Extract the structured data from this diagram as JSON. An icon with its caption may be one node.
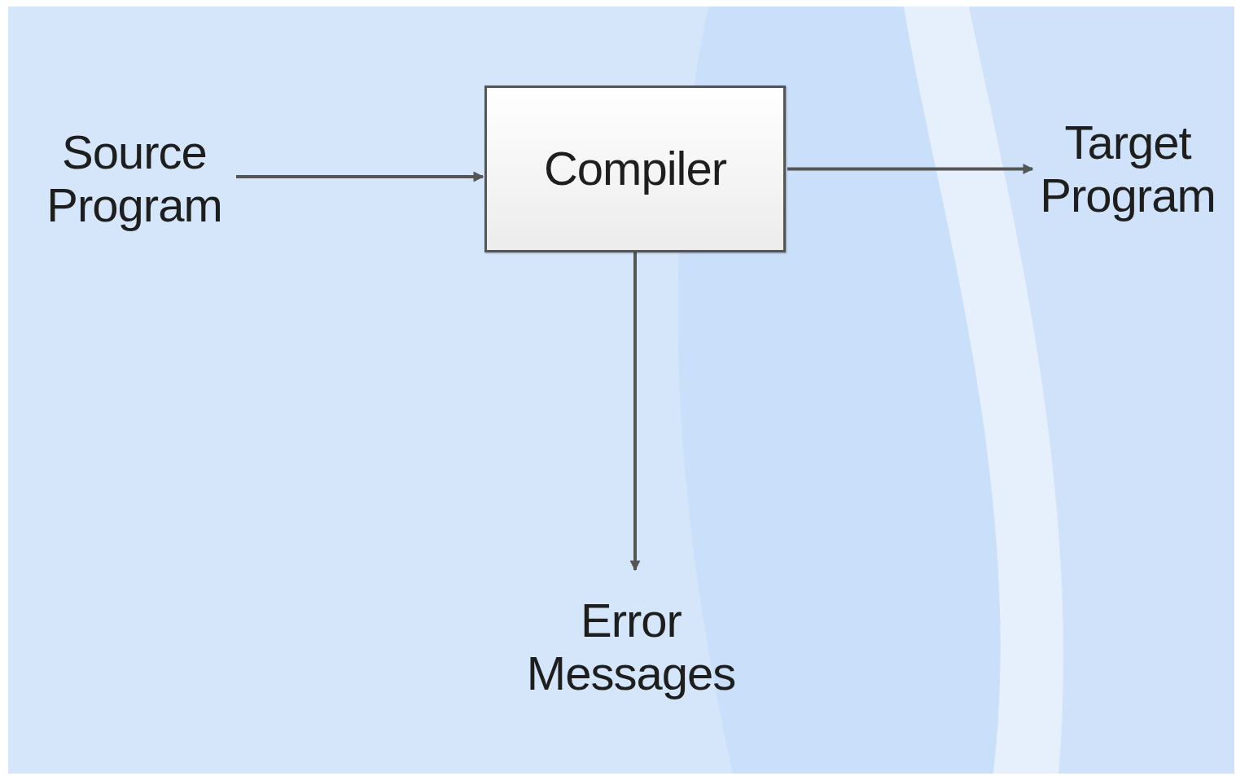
{
  "diagram": {
    "nodes": [
      {
        "text": [
          "Source Program"
        ]
      },
      {
        "text": [
          "Compiler"
        ]
      },
      {
        "text": [
          "Target Program"
        ]
      },
      {
        "text": [
          "Error Messages"
        ]
      }
    ],
    "edges": [
      {
        "from": 0,
        "to": 1,
        "arrow": "to"
      },
      {
        "from": 1,
        "to": 2,
        "arrow": "to"
      },
      {
        "from": 1,
        "to": 3,
        "arrow": "to"
      }
    ]
  }
}
